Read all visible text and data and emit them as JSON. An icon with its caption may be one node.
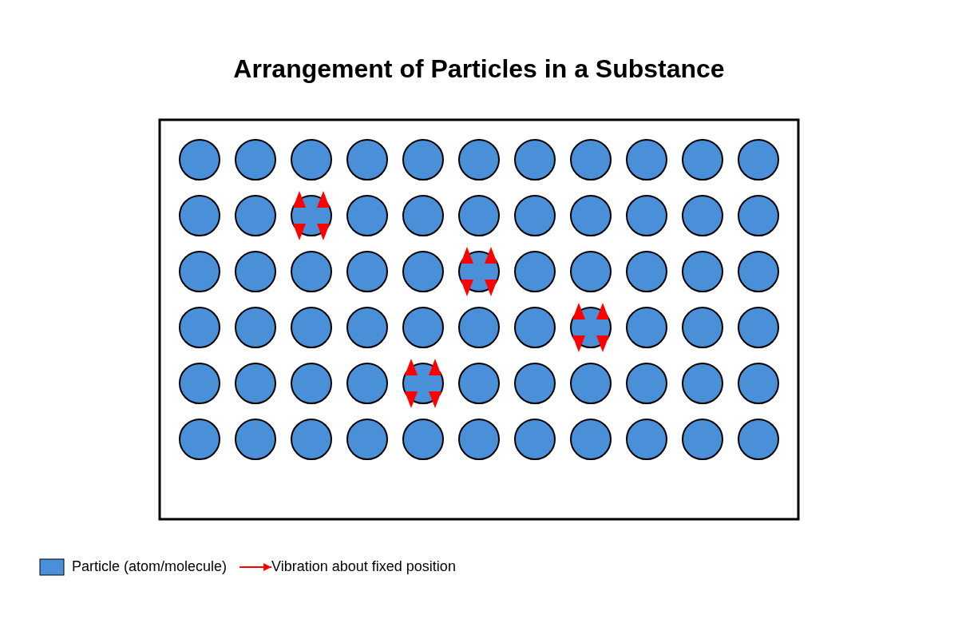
{
  "diagram": {
    "title": "Arrangement of Particles in a Substance",
    "legend": [
      {
        "text": "Particle (atom/molecule)",
        "color": "#4a90d9"
      },
      {
        "text": "Vibration about fixed position"
      }
    ]
  }
}
